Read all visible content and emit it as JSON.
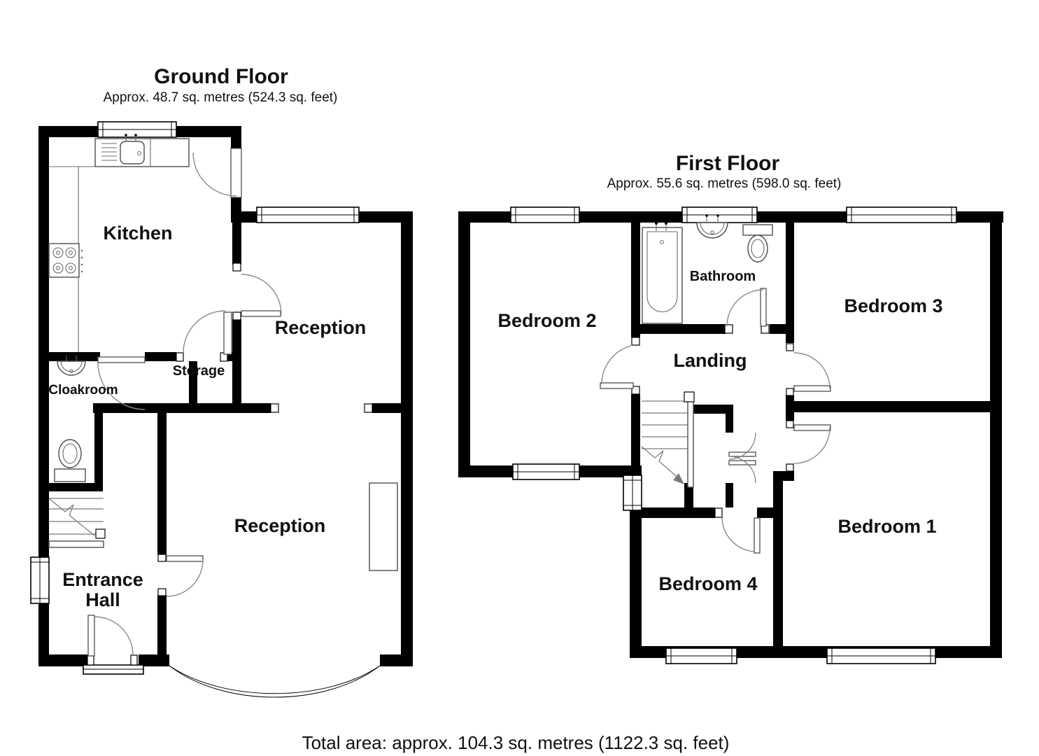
{
  "page": {
    "background_color": "#ffffff",
    "wall_color": "#000000"
  },
  "ground_floor": {
    "title": "Ground Floor",
    "subtitle": "Approx. 48.7 sq. metres (524.3 sq. feet)",
    "rooms": {
      "kitchen": "Kitchen",
      "reception_top": "Reception",
      "storage": "Storage",
      "cloakroom": "Cloakroom",
      "entrance_hall_line1": "Entrance",
      "entrance_hall_line2": "Hall",
      "reception_bottom": "Reception"
    }
  },
  "first_floor": {
    "title": "First Floor",
    "subtitle": "Approx. 55.6 sq. metres (598.0 sq. feet)",
    "rooms": {
      "bedroom_2": "Bedroom 2",
      "bathroom": "Bathroom",
      "bedroom_3": "Bedroom 3",
      "landing": "Landing",
      "bedroom_4": "Bedroom 4",
      "bedroom_1": "Bedroom 1"
    }
  },
  "footer": {
    "total_area": "Total area: approx. 104.3 sq. metres (1122.3 sq. feet)"
  }
}
